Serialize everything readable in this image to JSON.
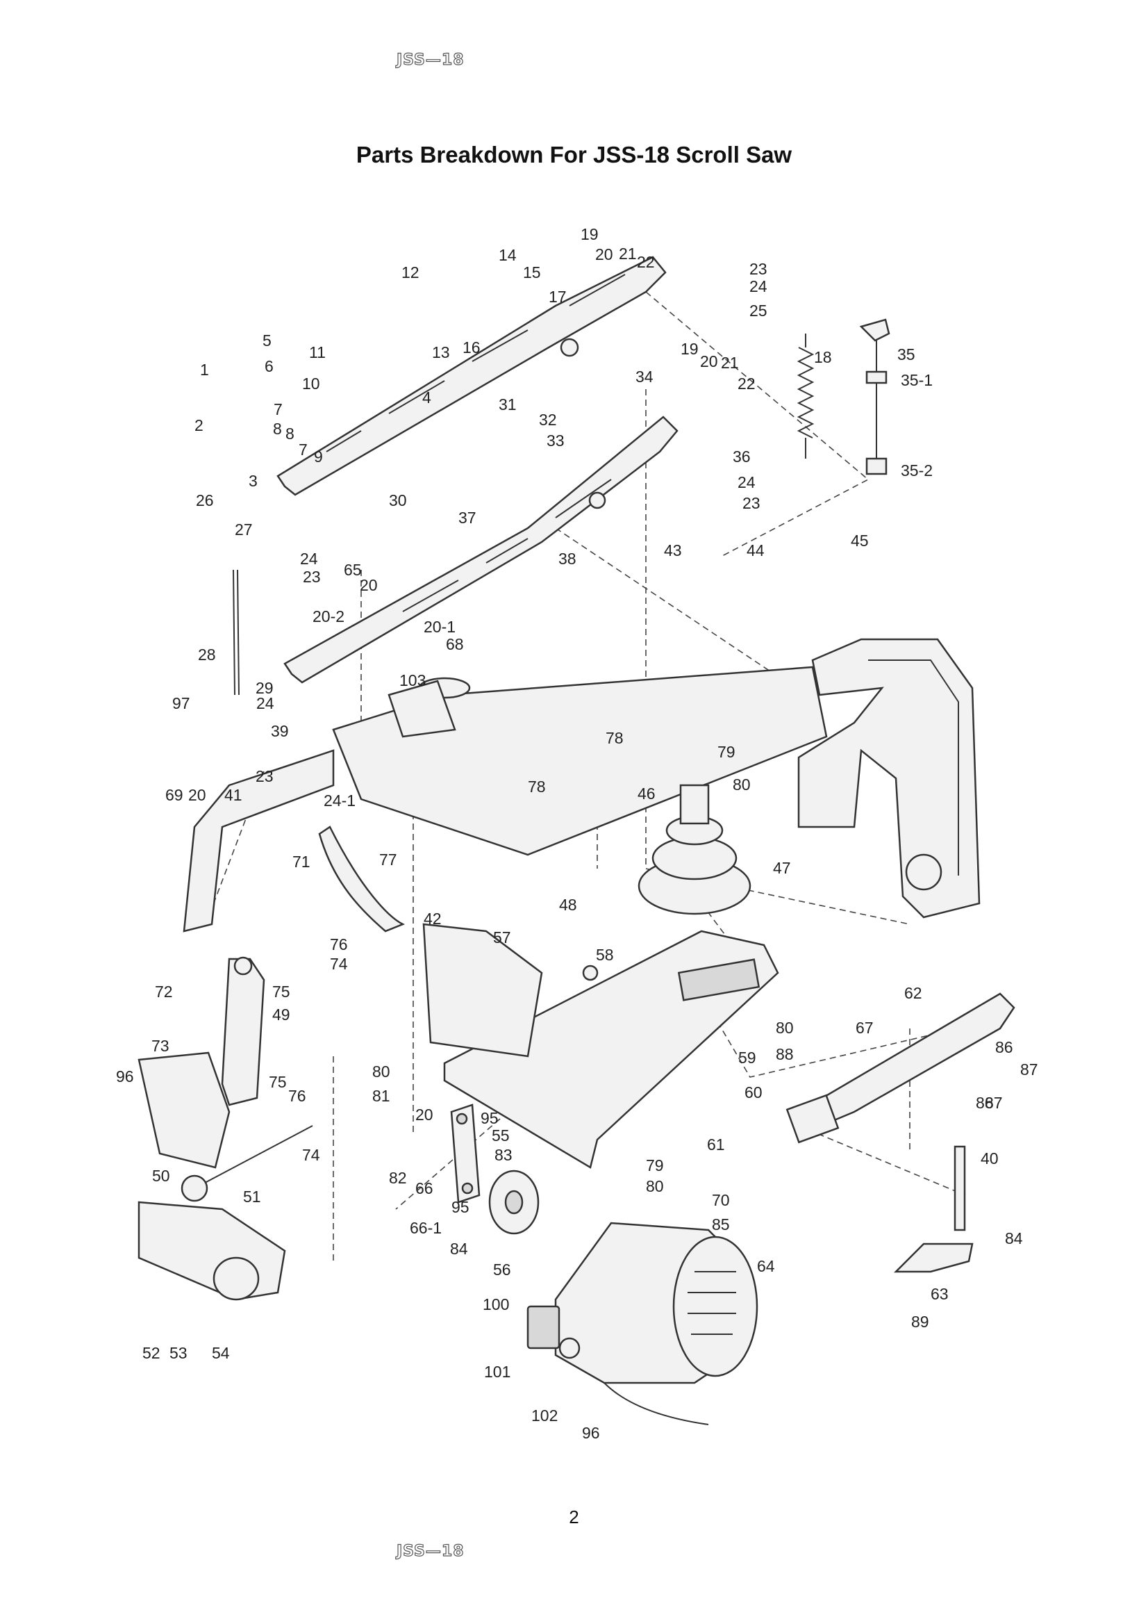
{
  "header": {
    "model": "JSS—18"
  },
  "title": "Parts Breakdown For JSS-18 Scroll Saw",
  "page_number": "2",
  "footer": {
    "model": "JSS—18"
  },
  "part_labels": [
    "1",
    "2",
    "3",
    "4",
    "5",
    "6",
    "7",
    "8",
    "8",
    "7",
    "9",
    "10",
    "11",
    "12",
    "13",
    "14",
    "15",
    "16",
    "17",
    "18",
    "19",
    "20",
    "21",
    "22",
    "19",
    "20",
    "21",
    "22",
    "23",
    "24",
    "25",
    "26",
    "27",
    "24",
    "23",
    "65",
    "20",
    "20-2",
    "20-1",
    "68",
    "28",
    "29",
    "24",
    "97",
    "39",
    "23",
    "30",
    "31",
    "32",
    "33",
    "34",
    "35",
    "35-1",
    "35-2",
    "36",
    "24",
    "23",
    "37",
    "38",
    "43",
    "44",
    "45",
    "46",
    "47",
    "48",
    "57",
    "58",
    "59",
    "60",
    "61",
    "62",
    "67",
    "80",
    "88",
    "86",
    "87",
    "86",
    "87",
    "40",
    "84",
    "63",
    "89",
    "64",
    "100",
    "101",
    "102",
    "96",
    "103",
    "78",
    "78",
    "79",
    "80",
    "69",
    "20",
    "41",
    "24-1",
    "71",
    "77",
    "42",
    "76",
    "74",
    "72",
    "75",
    "49",
    "73",
    "96",
    "75",
    "76",
    "80",
    "81",
    "74",
    "50",
    "51",
    "54",
    "52",
    "53",
    "20",
    "95",
    "55",
    "83",
    "82",
    "66",
    "66-1",
    "84",
    "95",
    "56",
    "79",
    "80",
    "70",
    "85"
  ]
}
